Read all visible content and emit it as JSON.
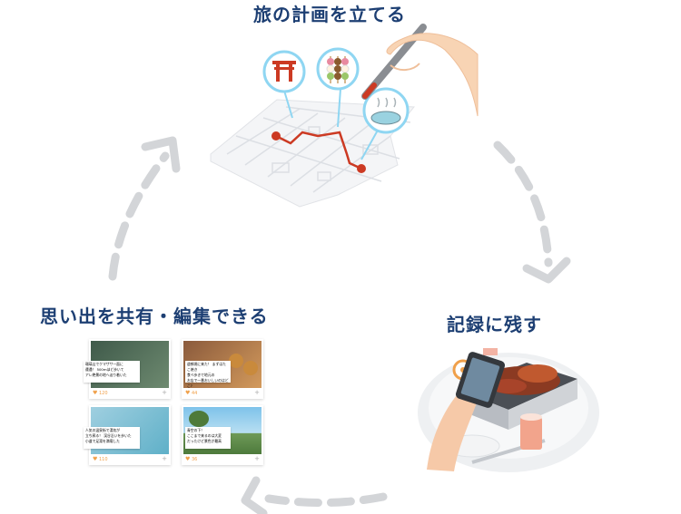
{
  "steps": {
    "plan": {
      "label": "旅の計画を立てる"
    },
    "record": {
      "label": "記録に残す"
    },
    "share": {
      "label": "思い出を共有・編集できる"
    }
  },
  "cards": [
    {
      "lines": [
        "瑠璃山でクマザサ一面に",
        "遭遇！ 500mほど歩いて",
        "アレ絶景の地へ辿り着いた"
      ],
      "likes": "120"
    },
    {
      "lines": [
        "道頓堀に来た！ まずはたこ焼き",
        "食べ歩きで地元の",
        "お店で一番おいしいのはどこ?"
      ],
      "likes": "44"
    },
    {
      "lines": [
        "人気の温泉街で湯気が",
        "立ち昇る！ 渓谷沿いを歩いた",
        "小道で足湯を満喫した"
      ],
      "likes": "110"
    },
    {
      "lines": [
        "青空の下！",
        "ここまで来るのは大変",
        "だったけど景色が最高"
      ],
      "likes": "36"
    }
  ],
  "icons": [
    "torii-icon",
    "dango-icon",
    "onsen-icon",
    "pen-icon",
    "phone-icon",
    "camera-pin-icon",
    "cup-icon",
    "heart-icon",
    "plus-icon"
  ],
  "colors": {
    "label": "#1d3f73",
    "route": "#cc3a23",
    "arrow": "#d3d5d8",
    "map": "#e9ebee",
    "bubble_border": "#8fd6f2"
  }
}
